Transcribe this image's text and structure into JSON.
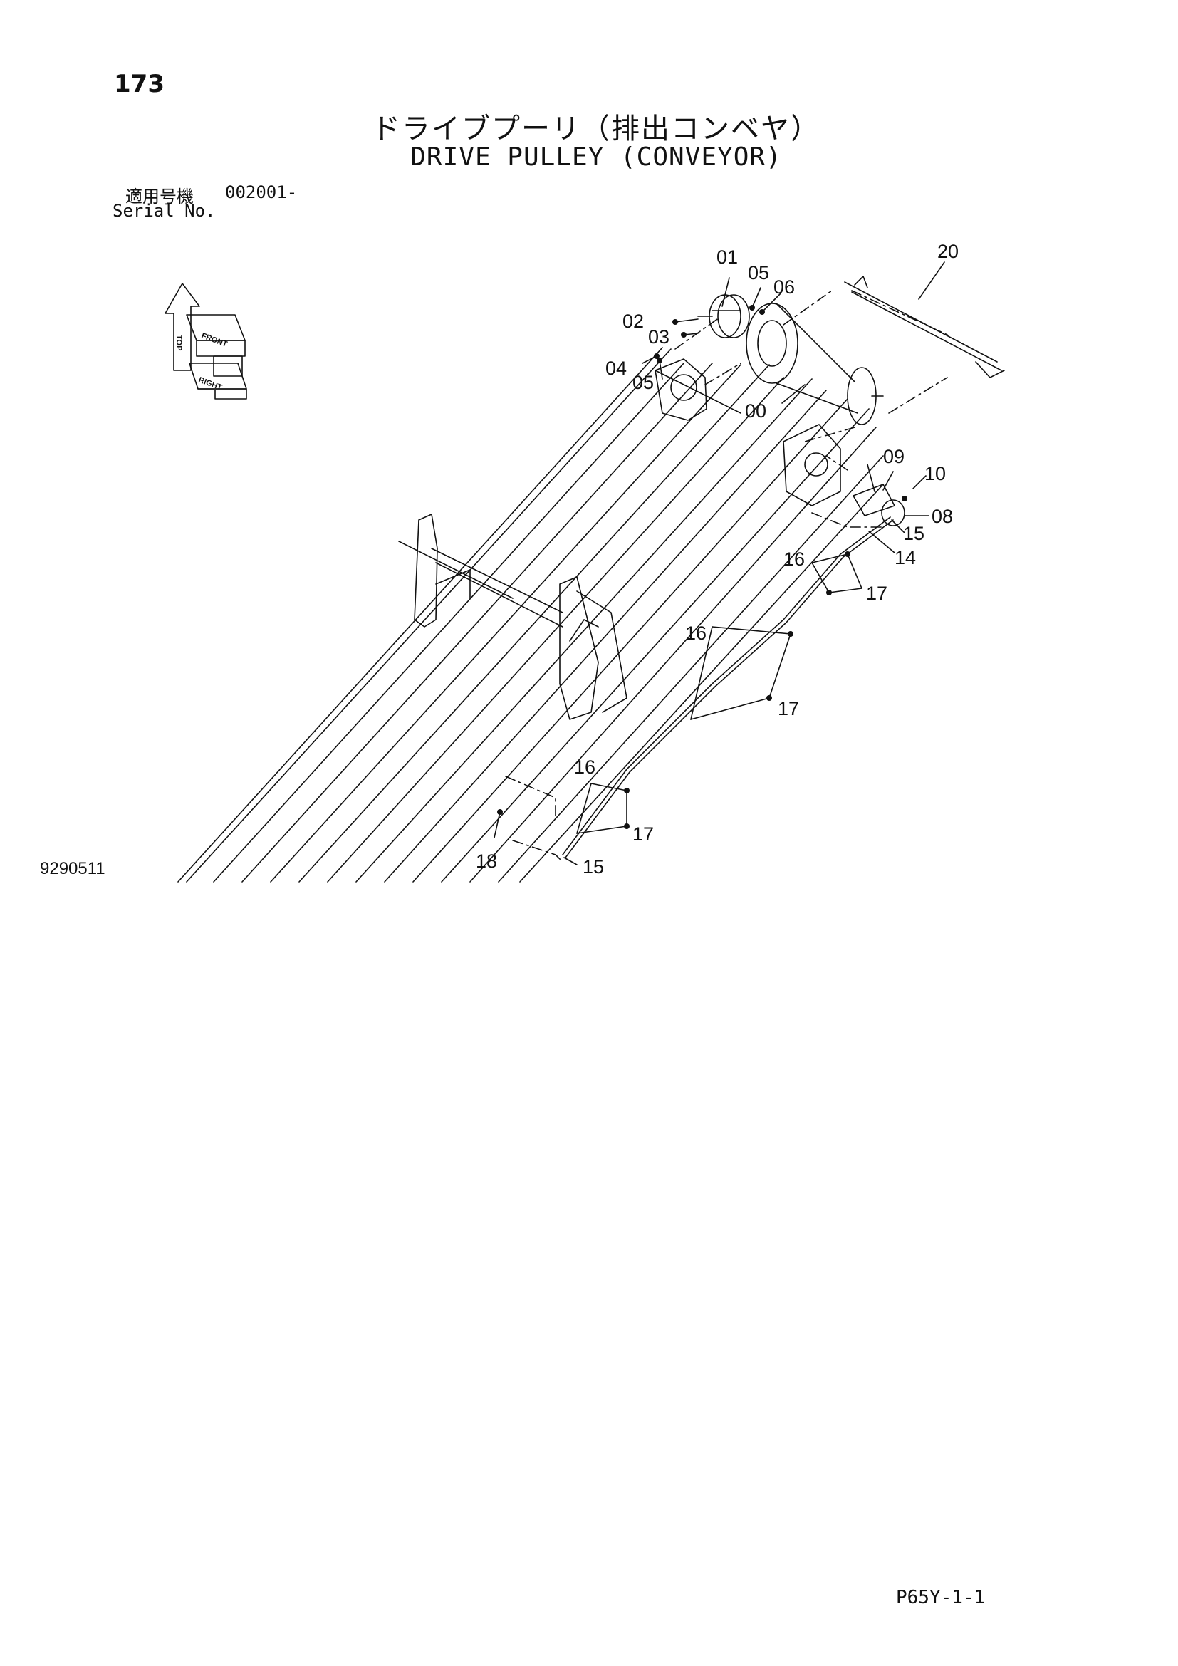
{
  "header": {
    "page_number": "173",
    "title_jp": "ドライブプーリ（排出コンベヤ）",
    "title_en": "DRIVE PULLEY (CONVEYOR)",
    "serial_label_jp": "適用号機",
    "serial_value": "002001-",
    "serial_label_en": "Serial No."
  },
  "orientation": {
    "labels": [
      "TOP",
      "FRONT",
      "RIGHT"
    ]
  },
  "callouts": [
    {
      "id": "01",
      "label": "01"
    },
    {
      "id": "05a",
      "label": "05"
    },
    {
      "id": "06",
      "label": "06"
    },
    {
      "id": "02",
      "label": "02"
    },
    {
      "id": "03",
      "label": "03"
    },
    {
      "id": "04",
      "label": "04"
    },
    {
      "id": "05b",
      "label": "05"
    },
    {
      "id": "20",
      "label": "20"
    },
    {
      "id": "00",
      "label": "00"
    },
    {
      "id": "09",
      "label": "09"
    },
    {
      "id": "10",
      "label": "10"
    },
    {
      "id": "08",
      "label": "08"
    },
    {
      "id": "15a",
      "label": "15"
    },
    {
      "id": "14",
      "label": "14"
    },
    {
      "id": "16a",
      "label": "16"
    },
    {
      "id": "17a",
      "label": "17"
    },
    {
      "id": "16b",
      "label": "16"
    },
    {
      "id": "17b",
      "label": "17"
    },
    {
      "id": "16c",
      "label": "16"
    },
    {
      "id": "17c",
      "label": "17"
    },
    {
      "id": "18",
      "label": "18"
    },
    {
      "id": "15b",
      "label": "15"
    }
  ],
  "footer": {
    "figure_code": "9290511",
    "page_code": "P65Y-1-1"
  },
  "colors": {
    "ink": "#111111",
    "background": "#ffffff"
  }
}
